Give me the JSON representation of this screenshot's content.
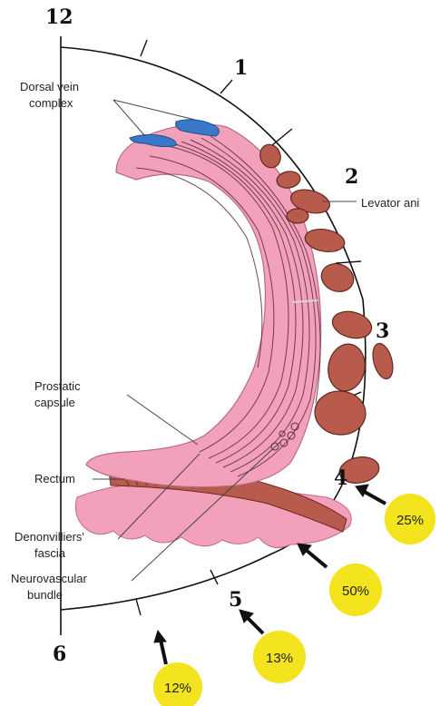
{
  "diagram": {
    "clock_positions": {
      "p12": "12",
      "p1": "1",
      "p2": "2",
      "p3": "3",
      "p4": "4",
      "p5": "5",
      "p6": "6"
    },
    "labels": {
      "dorsal_vein_line1": "Dorsal vein",
      "dorsal_vein_line2": "complex",
      "levator_ani": "Levator ani",
      "prostatic_capsule_line1": "Prostatic",
      "prostatic_capsule_line2": "capsule",
      "rectum": "Rectum",
      "denonvilliers_line1": "Denonvilliers'",
      "denonvilliers_line2": "fascia",
      "nvb_line1": "Neurovascular",
      "nvb_line2": "bundle"
    },
    "percent_badges": {
      "b25": "25%",
      "b50": "50%",
      "b13": "13%",
      "b12": "12%"
    },
    "colors": {
      "prostate_pink": "#f3a1ba",
      "prostate_fiber": "#5a2a3a",
      "muscle_red": "#b85a4c",
      "vein_blue": "#3a78c9",
      "badge_yellow": "#f4e31f",
      "rectum_stripe": "#8a3c30"
    }
  }
}
